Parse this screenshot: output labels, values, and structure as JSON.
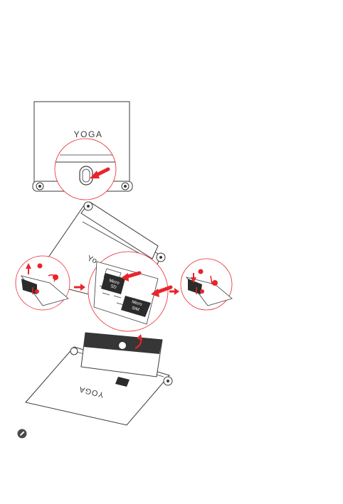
{
  "logo_front": "YOGA",
  "logo_back": "YOGA",
  "card_labels": {
    "micro_sd_line1": "Micro",
    "micro_sd_line2": "SD",
    "micro_sim_line1": "Micro",
    "micro_sim_line2": "SIM"
  },
  "colors": {
    "accent_red": "#e8252a",
    "line": "#3a3a3a",
    "card_dark": "#2b2b2b"
  },
  "icons": {
    "note": "note-pencil-icon"
  }
}
